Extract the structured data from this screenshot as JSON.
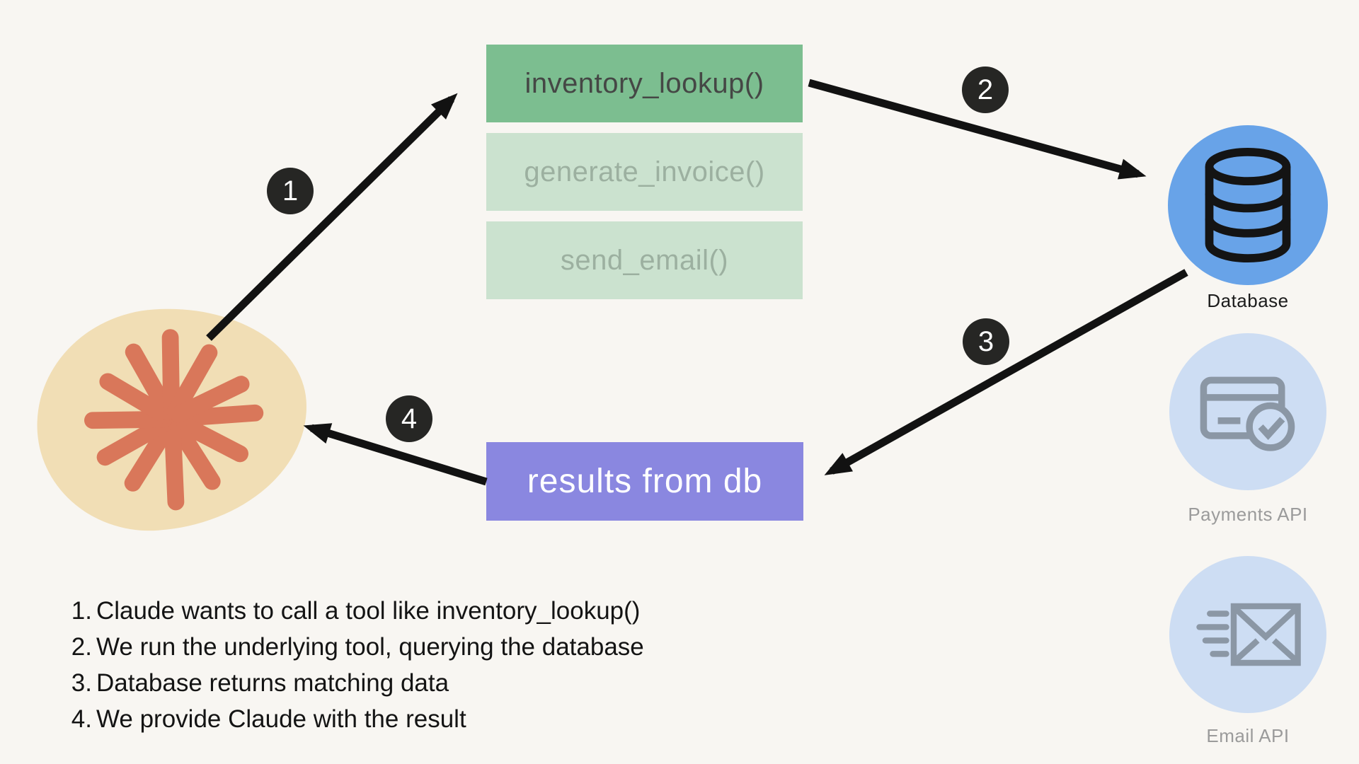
{
  "colors": {
    "background": "#f8f6f2",
    "tool_active_bg": "#7cbe90",
    "tool_active_text": "#454745",
    "tool_inactive_bg": "#cbe2cf",
    "tool_inactive_text": "#9cb0a0",
    "result_bg": "#8a87e0",
    "result_text": "#ffffff",
    "database_circle_bg": "#68a3e8",
    "api_circle_bg": "#cdddf3",
    "api_icon_gray": "#8b97a5",
    "blob_bg": "#f1deb5",
    "starburst_orange": "#d9775a",
    "badge_bg": "#262624",
    "arrow_black": "#121212"
  },
  "tools": {
    "items": [
      {
        "label": "inventory_lookup()",
        "state": "active"
      },
      {
        "label": "generate_invoice()",
        "state": "inactive"
      },
      {
        "label": "send_email()",
        "state": "inactive"
      }
    ]
  },
  "result_box": {
    "label": "results from db"
  },
  "services": {
    "database": {
      "label": "Database"
    },
    "payments": {
      "label": "Payments API"
    },
    "email": {
      "label": "Email API"
    }
  },
  "badges": {
    "step1": "1",
    "step2": "2",
    "step3": "3",
    "step4": "4"
  },
  "steps": {
    "items": [
      {
        "num": "1.",
        "text": "Claude wants to call a tool like inventory_lookup()"
      },
      {
        "num": "2.",
        "text": "We run the underlying tool, querying the database"
      },
      {
        "num": "3.",
        "text": "Database returns matching data"
      },
      {
        "num": "4.",
        "text": "We provide Claude with the result"
      }
    ]
  }
}
